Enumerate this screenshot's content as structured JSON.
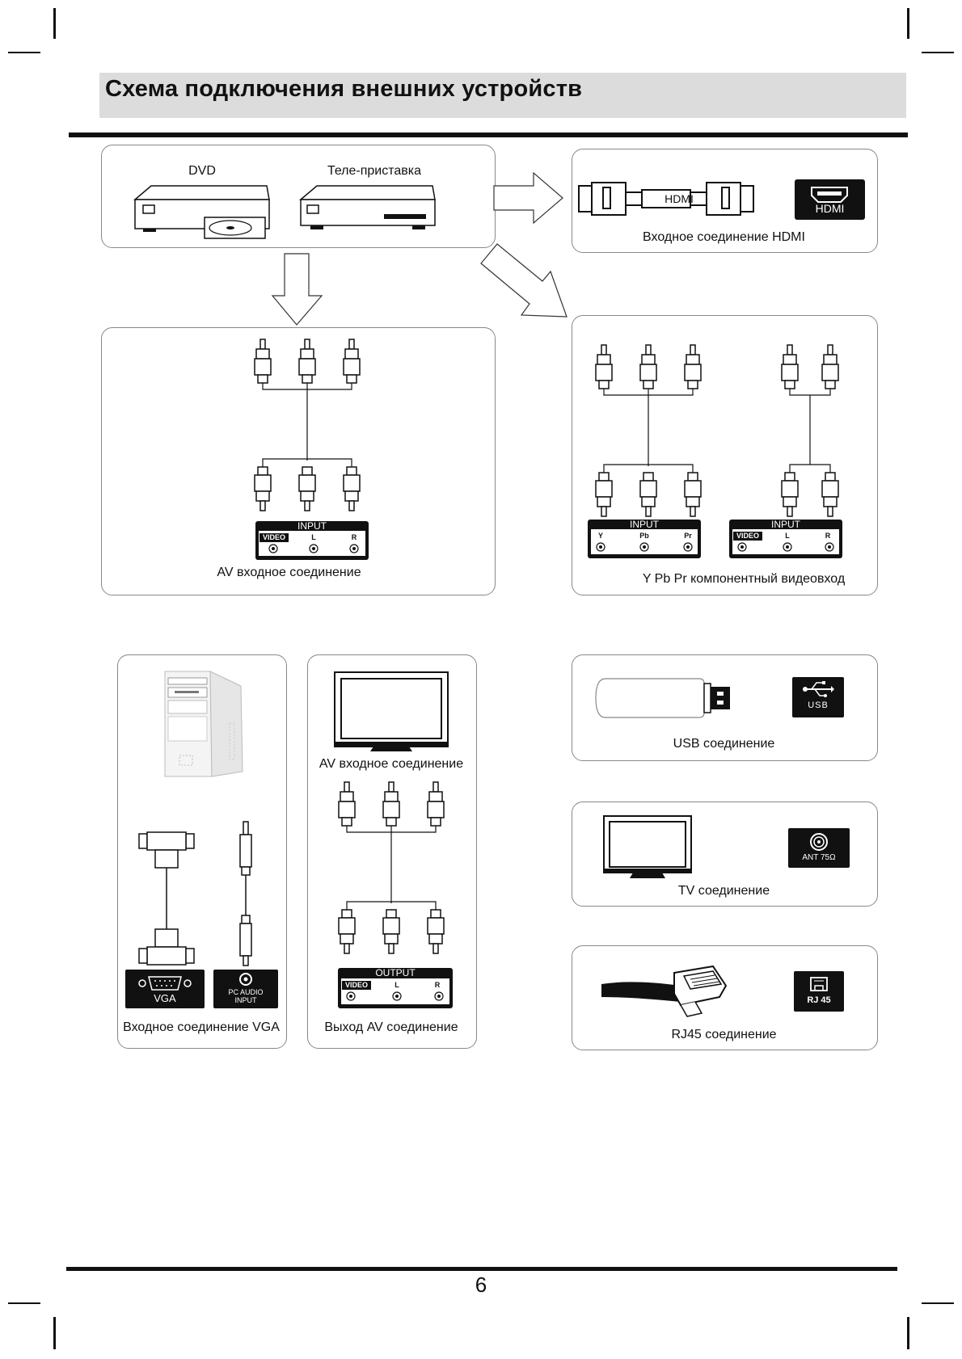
{
  "title": "Схема подключения внешних устройств",
  "page_number": "6",
  "top": {
    "dvd_label": "DVD",
    "stb_label": "Теле-приставка"
  },
  "hdmi": {
    "cable_label": "HDMI",
    "port_label": "HDMI",
    "caption": "Входное соединение HDMI"
  },
  "av_input": {
    "panel_title": "INPUT",
    "ports": [
      "VIDEO",
      "L",
      "R"
    ],
    "caption": "AV входное соединение"
  },
  "component": {
    "panel1_title": "INPUT",
    "panel1_ports": [
      "Y",
      "Pb",
      "Pr"
    ],
    "panel2_title": "INPUT",
    "panel2_ports": [
      "VIDEO",
      "L",
      "R"
    ],
    "caption": "Y Pb Pr компонентный видеовход"
  },
  "vga": {
    "port_label": "VGA",
    "audio_label_line1": "PC AUDIO",
    "audio_label_line2": "INPUT",
    "caption": "Входное соединение VGA"
  },
  "av_output": {
    "tv_caption": "AV входное соединение",
    "panel_title": "OUTPUT",
    "ports": [
      "VIDEO",
      "L",
      "R"
    ],
    "caption": "Выход AV соединение"
  },
  "usb": {
    "port_label": "USB",
    "caption": "USB соединение"
  },
  "tv": {
    "port_label": "ANT 75Ω",
    "caption": "TV соединение"
  },
  "rj45": {
    "port_label": "RJ 45",
    "caption": "RJ45 соединение"
  }
}
